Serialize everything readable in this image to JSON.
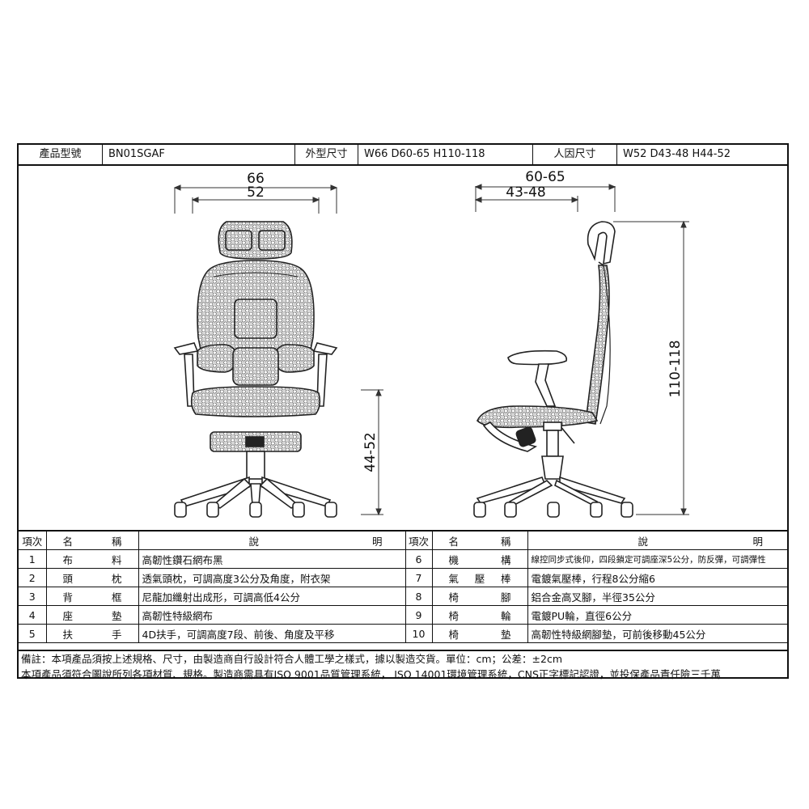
{
  "header": {
    "model_label": "產品型號",
    "model_value": "BN01SGAF",
    "outer_size_label": "外型尺寸",
    "outer_size_value": "W66 D60-65 H110-118",
    "ergo_size_label": "人因尺寸",
    "ergo_size_value": "W52 D43-48 H44-52"
  },
  "dimensions": {
    "front_overall_width": "66",
    "front_seat_width": "52",
    "front_seat_height": "44-52",
    "side_overall_depth": "60-65",
    "side_seat_depth": "43-48",
    "side_overall_height": "110-118"
  },
  "table": {
    "col_no": "項次",
    "col_name_a": "名",
    "col_name_b": "稱",
    "col_desc_a": "說",
    "col_desc_b": "明",
    "left_rows": [
      {
        "no": "1",
        "name": [
          "布",
          "料"
        ],
        "desc": "高韌性鑽石網布黑"
      },
      {
        "no": "2",
        "name": [
          "頭",
          "枕"
        ],
        "desc": "透氣頭枕，可調高度3公分及角度，附衣架"
      },
      {
        "no": "3",
        "name": [
          "背",
          "框"
        ],
        "desc": "尼龍加纖射出成形，可調高低4公分"
      },
      {
        "no": "4",
        "name": [
          "座",
          "墊"
        ],
        "desc": "高韌性特級網布"
      },
      {
        "no": "5",
        "name": [
          "扶",
          "手"
        ],
        "desc": "4D扶手，可調高度7段、前後、角度及平移"
      }
    ],
    "right_rows": [
      {
        "no": "6",
        "name": [
          "機",
          "構"
        ],
        "desc": "線控同步式後仰，四段鎖定可調座深5公分，防反彈，可調彈性"
      },
      {
        "no": "7",
        "name": [
          "氣",
          "壓",
          "棒"
        ],
        "desc": "電鍍氣壓棒，行程8公分縮6"
      },
      {
        "no": "8",
        "name": [
          "椅",
          "腳"
        ],
        "desc": "鋁合金高叉腳，半徑35公分"
      },
      {
        "no": "9",
        "name": [
          "椅",
          "輪"
        ],
        "desc": "電鍍PU輪，直徑6公分"
      },
      {
        "no": "10",
        "name": [
          "椅",
          "墊"
        ],
        "desc": "高韌性特級網腳墊，可前後移動45公分"
      }
    ]
  },
  "notes": {
    "line1": "備註：本項產品須按上述規格、尺寸，由製造商自行設計符合人體工學之樣式，據以製造交貨。單位：cm；公差：±2cm",
    "line2": "本項產品須符合圖說所列各項材質、規格。製造商需具有ISO 9001品質管理系統， ISO 14001環境管理系統，CNS正字標記認證，並投保產品責任險三千萬"
  }
}
